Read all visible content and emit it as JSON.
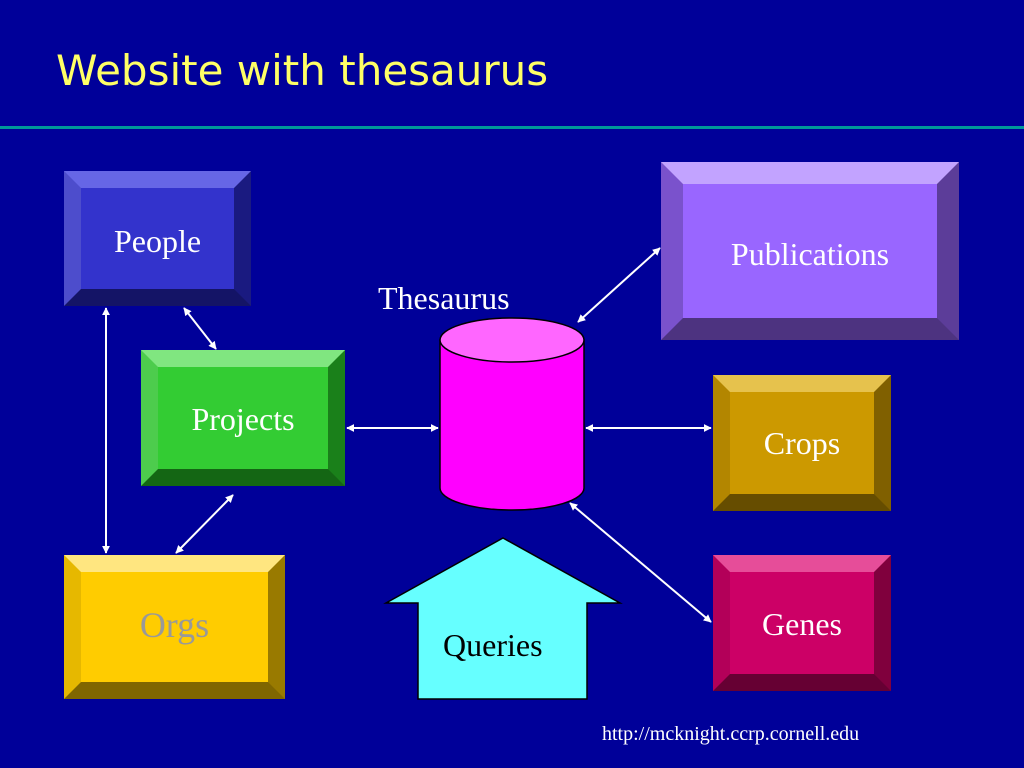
{
  "slide": {
    "title": "Website with thesaurus",
    "url": "http://mcknight.ccrp.cornell.edu"
  },
  "colors": {
    "background": "#000099",
    "title": "#ffff66",
    "rule": "#009999",
    "people": "#3333cc",
    "projects": "#33cc33",
    "orgs": "#ffcc00",
    "orgs_text": "#999999",
    "publications": "#9966ff",
    "crops": "#cc9900",
    "genes": "#cc0066",
    "thesaurus": "#ff00ff",
    "queries": "#66ffff"
  },
  "nodes": {
    "people": "People",
    "projects": "Projects",
    "orgs": "Orgs",
    "publications": "Publications",
    "crops": "Crops",
    "genes": "Genes",
    "thesaurus": "Thesaurus",
    "queries": "Queries"
  }
}
